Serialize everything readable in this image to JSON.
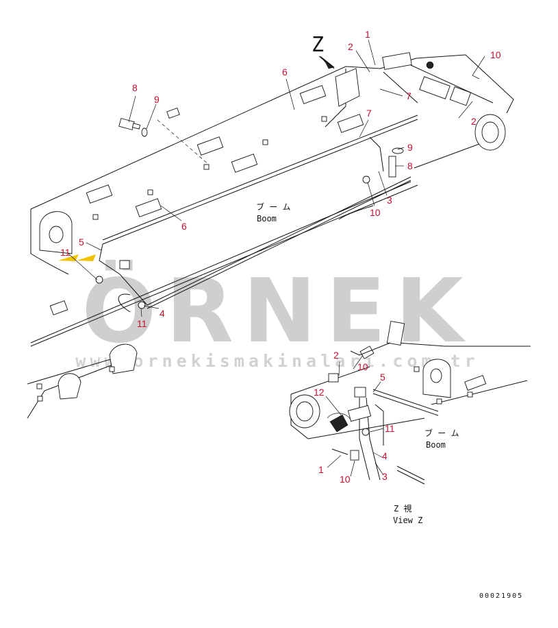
{
  "view_marker": "Z",
  "main_view": {
    "boom_label_jp": "ブ ー ム",
    "boom_label_en": "Boom",
    "part_numbers": {
      "p1": "1",
      "p2a": "2",
      "p2b": "2",
      "p3": "3",
      "p4": "4",
      "p5": "5",
      "p6a": "6",
      "p6b": "6",
      "p7a": "7",
      "p7b": "7",
      "p8a": "8",
      "p8b": "8",
      "p9a": "9",
      "p9b": "9",
      "p10a": "10",
      "p10b": "10",
      "p11a": "11",
      "p11b": "11"
    }
  },
  "detail_view": {
    "boom_label_jp": "ブ ー ム",
    "boom_label_en": "Boom",
    "caption_jp": "Z  視",
    "caption_en": "View Z",
    "part_numbers": {
      "p1": "1",
      "p2": "2",
      "p3": "3",
      "p4": "4",
      "p5": "5",
      "p10a": "10",
      "p10b": "10",
      "p11": "11",
      "p12": "12"
    }
  },
  "watermark": {
    "brand": "ÖRNEK",
    "url": "www.ornekismakinalari.com.tr"
  },
  "document_number": "00021905",
  "colors": {
    "part_number": "#c8102e",
    "line": "#111111",
    "watermark": "#cfcfcf",
    "watermark_accent": "#f2c200"
  }
}
